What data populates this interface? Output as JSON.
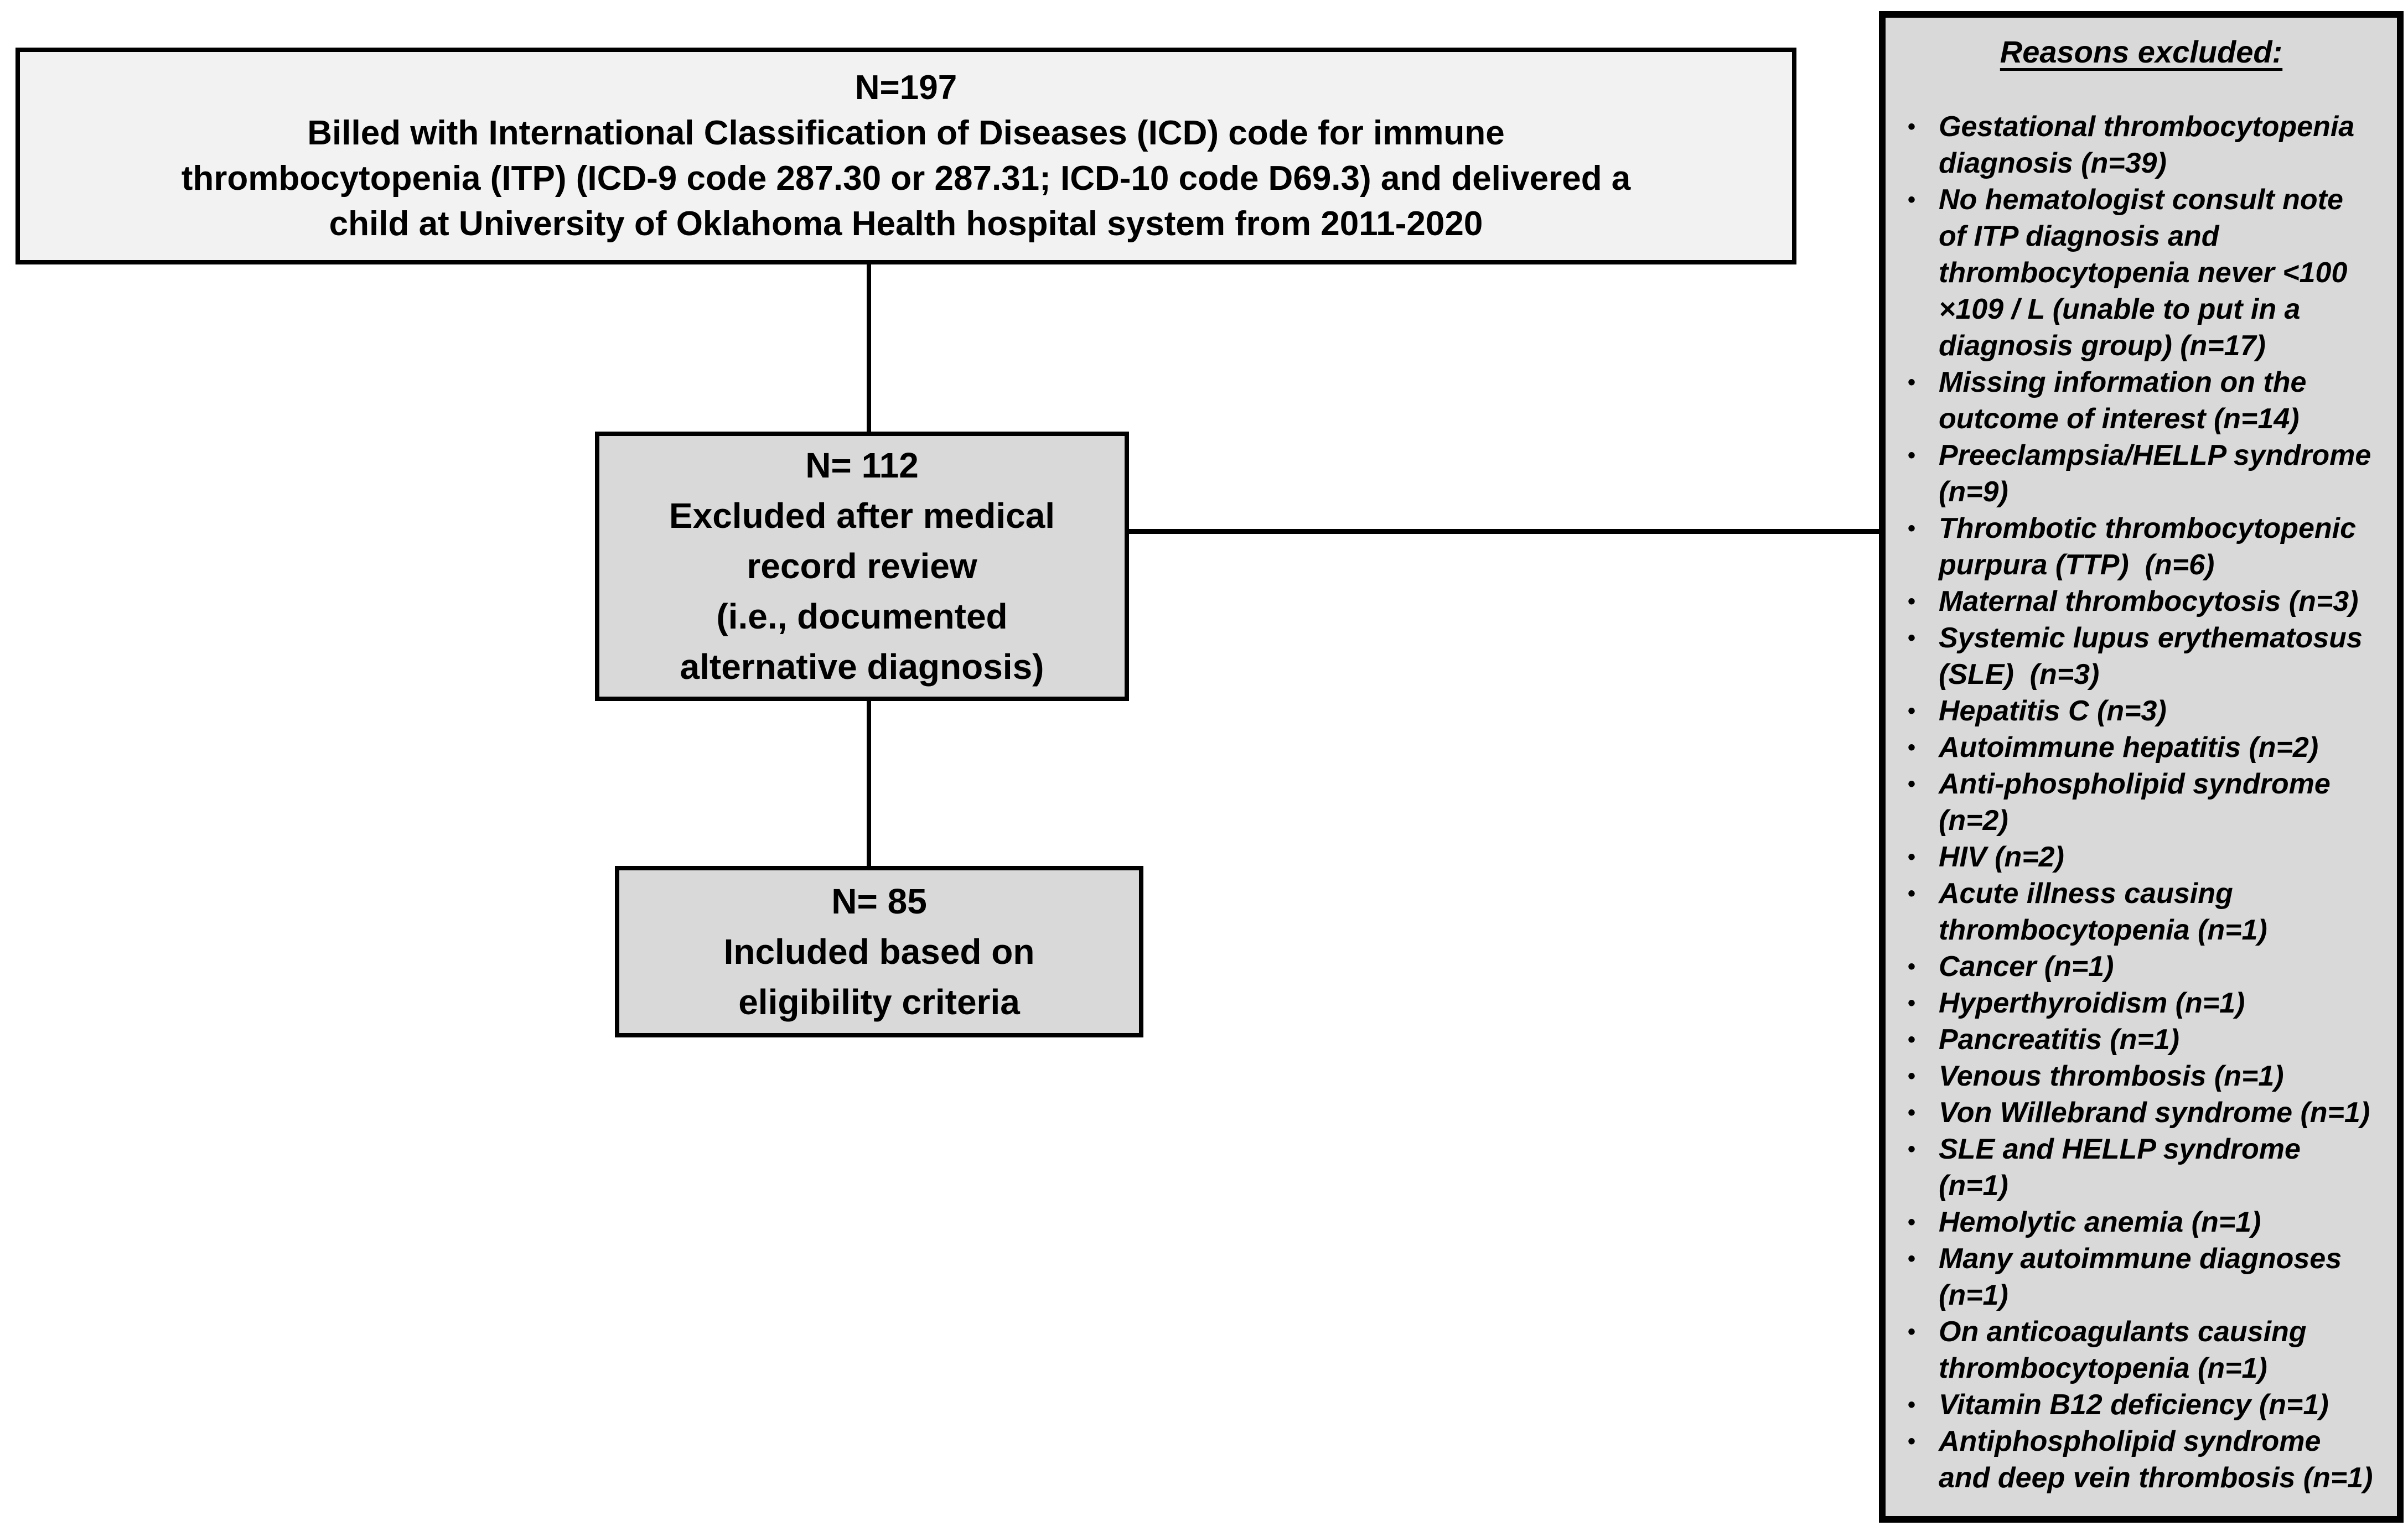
{
  "colors": {
    "box_initial_fill": "#f2f2f2",
    "box_fill": "#d9d9d9",
    "panel_fill": "#d9d9d9",
    "line_color": "#000000"
  },
  "flow": {
    "box_initial": {
      "lines": [
        "N=197",
        "Billed with International Classification of Diseases (ICD) code for immune",
        "thrombocytopenia (ITP) (ICD-9 code 287.30 or 287.31; ICD-10 code D69.3) and delivered a",
        "child at University of Oklahoma Health hospital system from 2011-2020"
      ]
    },
    "box_excluded": {
      "lines": [
        "N= 112",
        "Excluded after medical",
        "record review",
        "(i.e., documented",
        "alternative diagnosis)"
      ]
    },
    "box_included": {
      "lines": [
        "N= 85",
        "Included based on",
        "eligibility criteria"
      ]
    }
  },
  "panel": {
    "title": "Reasons excluded:",
    "reasons": [
      "Gestational thrombocytopenia diagnosis (n=39)",
      "No hematologist consult note of ITP diagnosis and thrombocytopenia never <100 ×109 / L (unable to put in a diagnosis group) (n=17)",
      "Missing information on the outcome of interest (n=14)",
      "Preeclampsia/HELLP syndrome (n=9)",
      "Thrombotic thrombocytopenic purpura (TTP)  (n=6)",
      "Maternal thrombocytosis (n=3)",
      "Systemic lupus erythematosus (SLE)  (n=3)",
      "Hepatitis C (n=3)",
      "Autoimmune hepatitis (n=2)",
      "Anti-phospholipid syndrome (n=2)",
      "HIV (n=2)",
      "Acute illness causing thrombocytopenia (n=1)",
      "Cancer (n=1)",
      "Hyperthyroidism (n=1)",
      "Pancreatitis (n=1)",
      "Venous thrombosis (n=1)",
      "Von Willebrand syndrome (n=1)",
      "SLE and HELLP syndrome (n=1)",
      "Hemolytic anemia (n=1)",
      "Many autoimmune diagnoses (n=1)",
      "On anticoagulants causing thrombocytopenia (n=1)",
      "Vitamin B12 deficiency (n=1)",
      "Antiphospholipid syndrome and deep vein thrombosis (n=1)"
    ]
  }
}
